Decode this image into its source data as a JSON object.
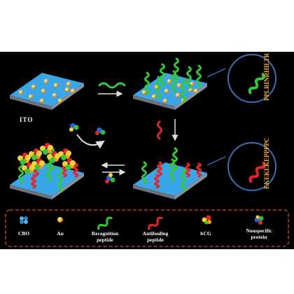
{
  "substrate_label": "ITO",
  "callouts": {
    "recognition_sequence": "PPLRINRHILTR",
    "antifouling_sequence": "EKEKEKEPPPPC"
  },
  "legend": {
    "items": [
      {
        "label": "CBO",
        "icon": "cbo-icon"
      },
      {
        "label": "Au",
        "icon": "gold-nanoparticle-icon"
      },
      {
        "label": "Recognition peptide",
        "icon": "recognition-peptide-icon"
      },
      {
        "label": "Antifouling peptide",
        "icon": "antifouling-peptide-icon"
      },
      {
        "label": "hCG",
        "icon": "hcg-icon"
      },
      {
        "label": "Nonspecific protein",
        "icon": "nonspecific-protein-icon"
      }
    ]
  },
  "colors": {
    "background": "#000000",
    "substrate_top": "#2d9be0",
    "substrate_side": "#7b7f86",
    "gold": "#f2b53a",
    "recognition": "#35c83a",
    "antifouling": "#e3262a",
    "callout_border": "#3a6fb5",
    "legend_border": "#c0392b",
    "recognition_text": "#f5b041",
    "antifouling_text": "#f5b041"
  }
}
